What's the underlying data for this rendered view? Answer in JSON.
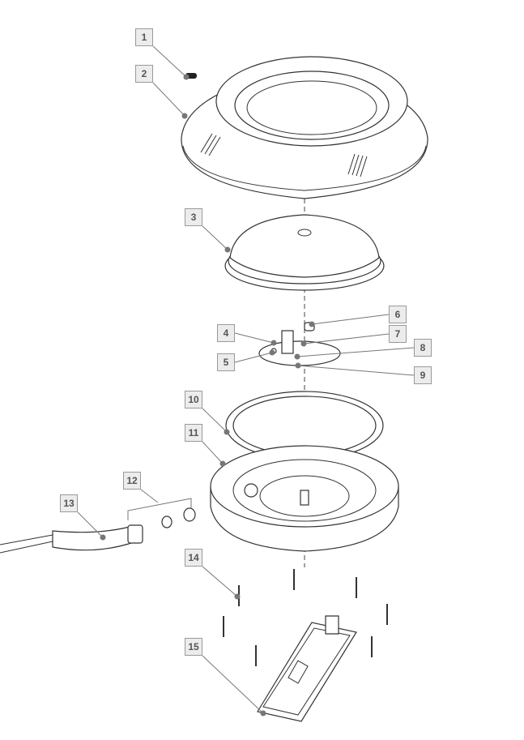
{
  "labels": [
    "1",
    "2",
    "3",
    "4",
    "5",
    "6",
    "7",
    "8",
    "9",
    "10",
    "11",
    "12",
    "13",
    "14",
    "15"
  ]
}
